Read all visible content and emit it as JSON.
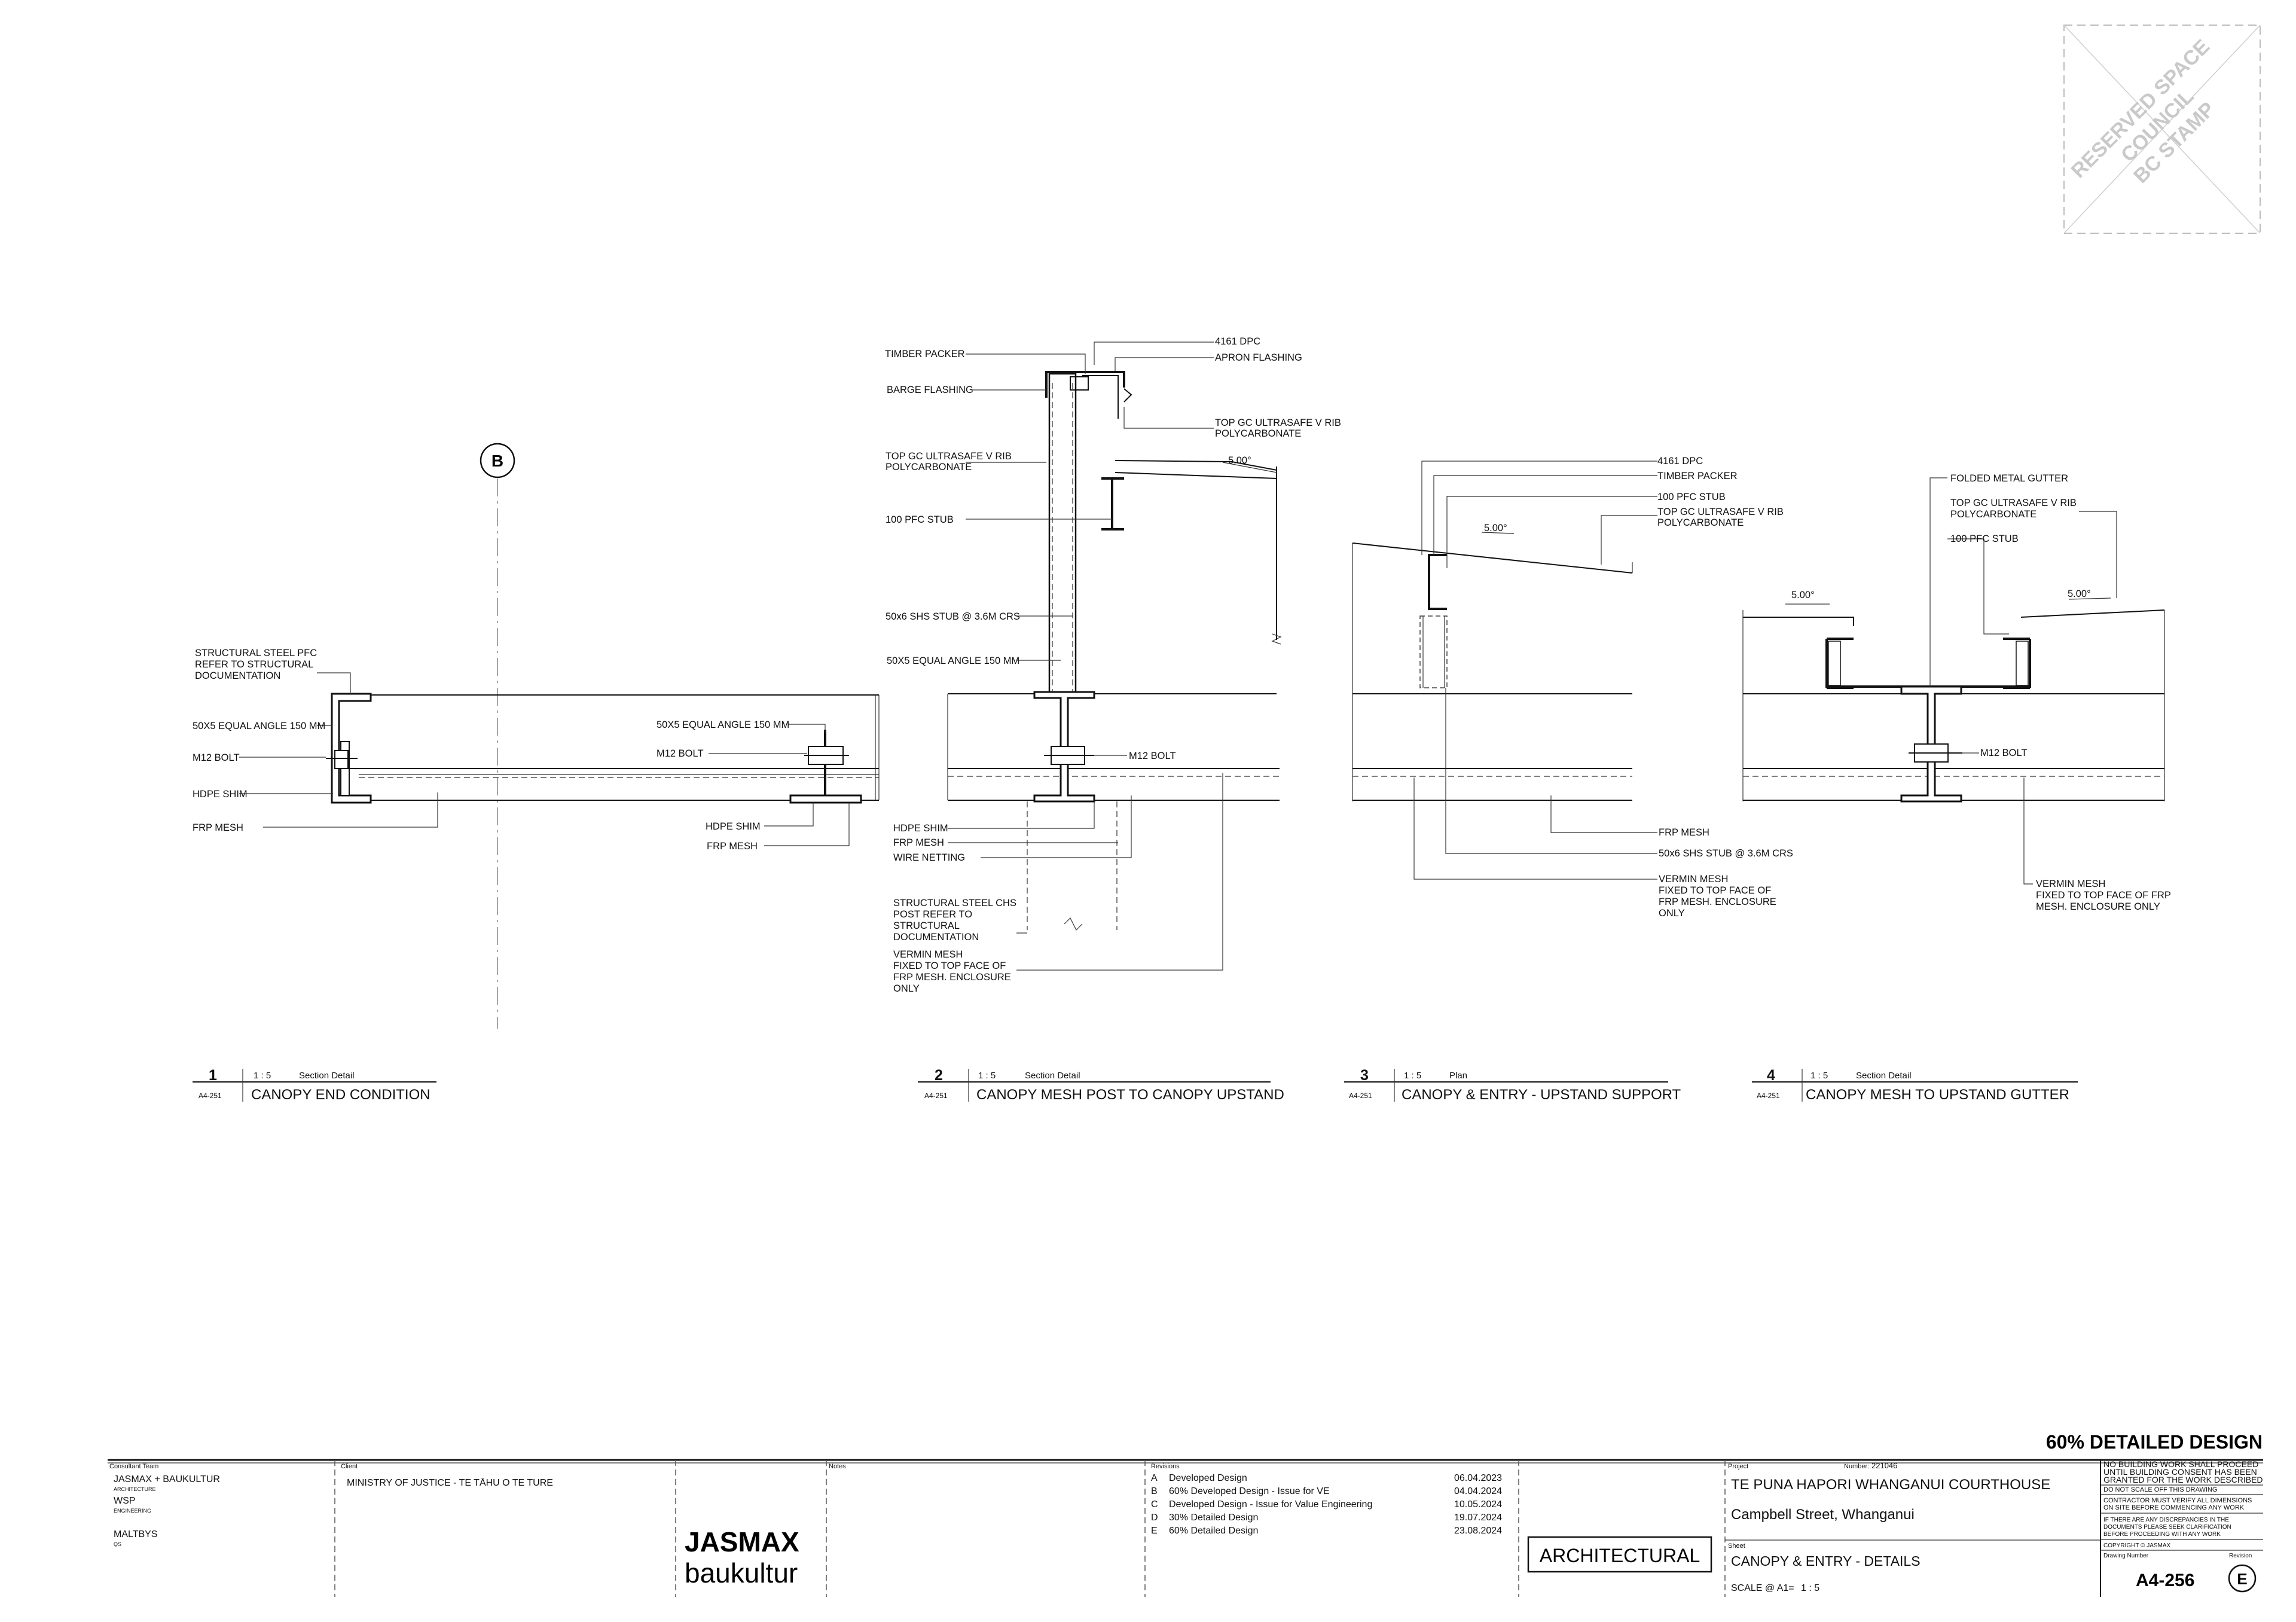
{
  "stamp": {
    "lines": [
      "RESERVED SPACE",
      "COUNCIL",
      "BC STAMP"
    ]
  },
  "grid_bubble": {
    "label": "B"
  },
  "details": [
    {
      "number": "1",
      "scale": "1 : 5",
      "type": "Section Detail",
      "ref": "A4-251",
      "title": "CANOPY END CONDITION",
      "labels": [
        "STRUCTURAL STEEL PFC",
        "REFER TO STRUCTURAL",
        "DOCUMENTATION",
        "50X5 EQUAL ANGLE 150 MM",
        "M12 BOLT",
        "HDPE SHIM",
        "FRP MESH",
        "50X5 EQUAL ANGLE 150 MM",
        "M12 BOLT",
        "HDPE SHIM",
        "FRP MESH"
      ]
    },
    {
      "number": "2",
      "scale": "1 : 5",
      "type": "Section Detail",
      "ref": "A4-251",
      "title": "CANOPY MESH POST TO CANOPY UPSTAND",
      "labels": [
        "TIMBER PACKER",
        "4161 DPC",
        "APRON FLASHING",
        "BARGE FLASHING",
        "TOP GC ULTRASAFE V RIB",
        "POLYCARBONATE",
        "TOP GC ULTRASAFE V RIB",
        "POLYCARBONATE",
        "5.00°",
        "100 PFC STUB",
        "50x6 SHS STUB @ 3.6M CRS",
        "50X5 EQUAL ANGLE 150 MM",
        "M12 BOLT",
        "HDPE SHIM",
        "FRP MESH",
        "WIRE NETTING",
        "STRUCTURAL STEEL CHS",
        "POST REFER TO",
        "STRUCTURAL",
        "DOCUMENTATION",
        "VERMIN MESH",
        "FIXED TO TOP FACE OF",
        "FRP MESH. ENCLOSURE",
        "ONLY"
      ]
    },
    {
      "number": "3",
      "scale": "1 : 5",
      "type": "Plan",
      "ref": "A4-251",
      "title": "CANOPY & ENTRY - UPSTAND SUPPORT",
      "labels": [
        "4161 DPC",
        "TIMBER PACKER",
        "100 PFC STUB",
        "TOP GC ULTRASAFE V RIB",
        "POLYCARBONATE",
        "5.00°",
        "FRP MESH",
        "50x6 SHS STUB @ 3.6M CRS",
        "VERMIN MESH",
        "FIXED TO TOP FACE OF",
        "FRP MESH. ENCLOSURE",
        "ONLY"
      ]
    },
    {
      "number": "4",
      "scale": "1 : 5",
      "type": "Section Detail",
      "ref": "A4-251",
      "title": "CANOPY MESH TO UPSTAND GUTTER",
      "labels": [
        "FOLDED METAL GUTTER",
        "TOP GC ULTRASAFE V RIB",
        "POLYCARBONATE",
        "100 PFC STUB",
        "5.00°",
        "5.00°",
        "M12 BOLT",
        "VERMIN MESH",
        "FIXED TO TOP FACE OF FRP",
        "MESH. ENCLOSURE ONLY"
      ]
    }
  ],
  "title_block": {
    "status": "60% DETAILED DESIGN",
    "consultant_heading": "Consultant Team",
    "consultants": [
      {
        "name": "JASMAX + BAUKULTUR",
        "role": "ARCHITECTURE"
      },
      {
        "name": "WSP",
        "role": "ENGINEERING"
      },
      {
        "name": "MALTBYS",
        "role": "QS"
      }
    ],
    "client_heading": "Client",
    "client": "MINISTRY OF JUSTICE - TE TĀHU O TE TURE",
    "logo_line1": "JASMAX",
    "logo_line2": "baukultur",
    "notes_heading": "Notes",
    "revisions_heading": "Revisions",
    "revisions": [
      {
        "rev": "A",
        "desc": "Developed Design",
        "date": "06.04.2023"
      },
      {
        "rev": "B",
        "desc": "60% Developed Design - Issue for VE",
        "date": "04.04.2024"
      },
      {
        "rev": "C",
        "desc": "Developed Design - Issue for Value Engineering",
        "date": "10.05.2024"
      },
      {
        "rev": "D",
        "desc": "30% Detailed Design",
        "date": "19.07.2024"
      },
      {
        "rev": "E",
        "desc": "60% Detailed Design",
        "date": "23.08.2024"
      }
    ],
    "discipline": "ARCHITECTURAL",
    "project_heading": "Project",
    "number_label": "Number:",
    "project_number": "221046",
    "project_name": "TE PUNA HAPORI WHANGANUI COURTHOUSE",
    "address": "Campbell Street, Whanganui",
    "sheet_heading": "Sheet",
    "sheet_name": "CANOPY & ENTRY - DETAILS",
    "scale_label": "SCALE @ A1=",
    "scale_value": "1 : 5",
    "disclaimers": [
      "NO BUILDING WORK SHALL PROCEED",
      "UNTIL BUILDING CONSENT HAS BEEN",
      "GRANTED FOR THE WORK DESCRIBED",
      "DO NOT SCALE OFF THIS DRAWING",
      "CONTRACTOR MUST VERIFY ALL DIMENSIONS",
      "ON SITE BEFORE COMMENCING ANY WORK",
      "IF THERE ARE ANY DISCREPANCIES IN THE",
      "DOCUMENTS PLEASE SEEK CLARIFICATION",
      "BEFORE PROCEEDING WITH ANY WORK",
      "COPYRIGHT © JASMAX"
    ],
    "drawing_number_heading": "Drawing Number",
    "revision_heading": "Revision",
    "drawing_number": "A4-256",
    "revision": "E"
  }
}
